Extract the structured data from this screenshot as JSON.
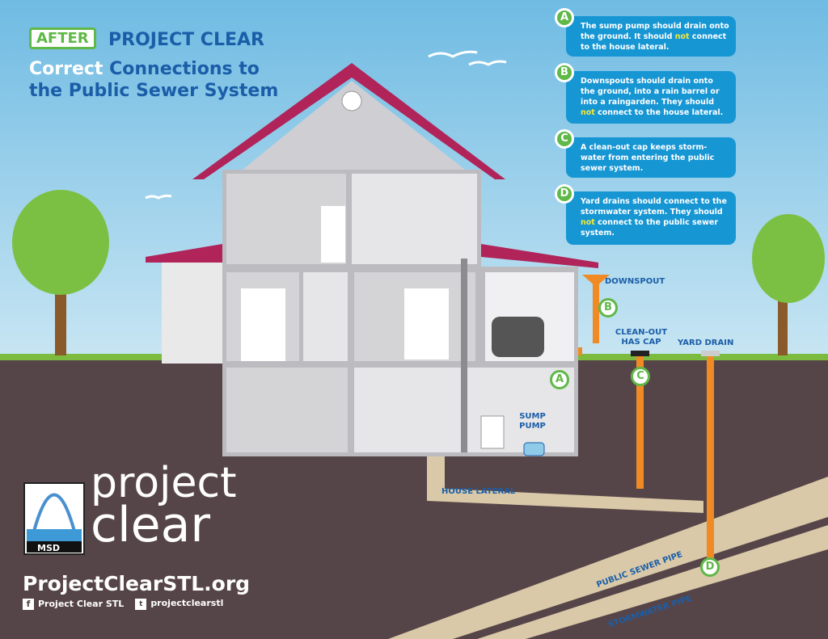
{
  "header": {
    "badge": "AFTER",
    "title": "PROJECT CLEAR",
    "subtitle_highlight": "Correct",
    "subtitle_rest": "Connections to",
    "subtitle_line2": "the Public Sewer System"
  },
  "callouts": [
    {
      "letter": "A",
      "pre": "The sump pump should drain onto the ground. It should ",
      "highlight": "not",
      "post": " connect to the house lateral."
    },
    {
      "letter": "B",
      "pre": "Downspouts should drain onto the ground, into a rain barrel or into a raingarden. They should ",
      "highlight": "not",
      "post": " connect to the house lateral."
    },
    {
      "letter": "C",
      "pre": "A clean-out cap keeps storm-water from entering the public sewer system.",
      "highlight": "",
      "post": ""
    },
    {
      "letter": "D",
      "pre": "Yard drains should connect to the stormwater system. They should ",
      "highlight": "not",
      "post": " connect to the public sewer system."
    }
  ],
  "labels": {
    "downspout": "DOWNSPOUT",
    "cleanout": "CLEAN-OUT HAS CAP",
    "yard_drain": "YARD DRAIN",
    "sump_pump": "SUMP PUMP",
    "house_lateral": "HOUSE LATERAL",
    "public_sewer": "PUBLIC SEWER PIPE",
    "stormwater": "STORMWATER PIPE"
  },
  "footer": {
    "msd": "MSD",
    "logo_line1": "project",
    "logo_line2": "clear",
    "website": "ProjectClearSTL.org",
    "facebook": "Project Clear STL",
    "twitter": "projectclearstl"
  },
  "colors": {
    "sky": "#8fcbe8",
    "soil": "#564548",
    "pipe_tan": "#d9c9a8",
    "pipe_orange": "#f08a24",
    "green": "#5fb847",
    "blue": "#1796d4",
    "roof": "#b0245a"
  }
}
